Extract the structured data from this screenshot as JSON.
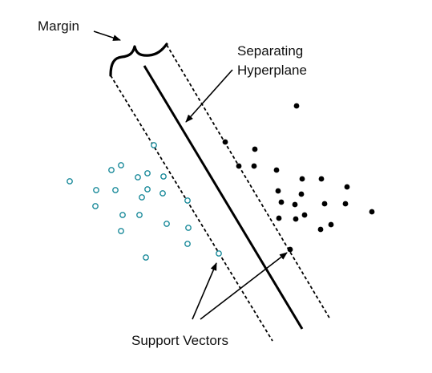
{
  "labels": {
    "margin": "Margin",
    "separating_line1": "Separating",
    "separating_line2": "Hyperplane",
    "support_vectors": "Support Vectors"
  },
  "colors": {
    "text": "#111111",
    "line": "#000000",
    "open_point": "#1a8a9a",
    "filled_point": "#000000"
  },
  "symbols": {
    "open_class": "open-circle",
    "filled_class": "filled-circle"
  }
}
